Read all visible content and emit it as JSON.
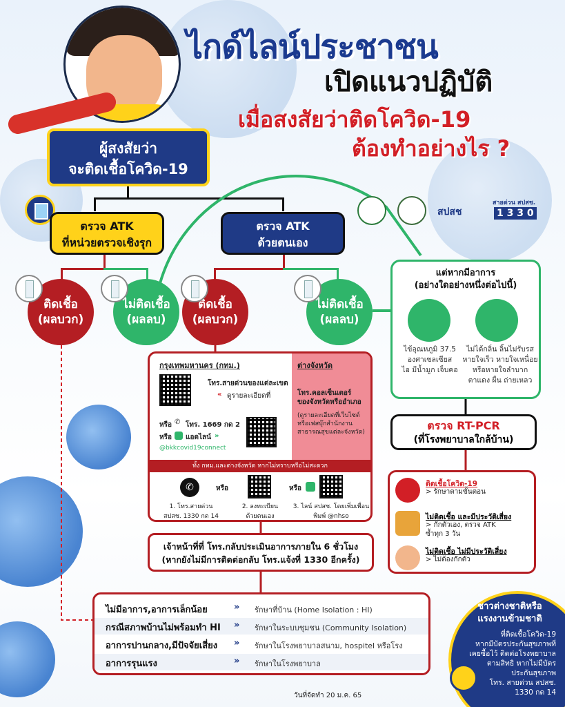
{
  "title": {
    "line1": "ไกด์ไลน์ประชาชน",
    "line2": "เปิดแนวปฏิบัติ",
    "line3": "เมื่อสงสัยว่าติดโควิด-19",
    "line4": "ต้องทำอย่างไร ?"
  },
  "suspect": {
    "line1": "ผู้สงสัยว่า",
    "line2": "จะติดเชื้อโควิด-19"
  },
  "atk_proactive": {
    "line1": "ตรวจ ATK",
    "line2": "ที่หน่วยตรวจเชิงรุก"
  },
  "atk_self": {
    "line1": "ตรวจ ATK",
    "line2": "ด้วยตนเอง"
  },
  "results": {
    "pos1": {
      "line1": "ติดเชื้อ",
      "line2": "(ผลบวก)"
    },
    "neg1": {
      "line1": "ไม่ติดเชื้อ",
      "line2": "(ผลลบ)"
    },
    "pos2": {
      "line1": "ติดเชื้อ",
      "line2": "(ผลบวก)"
    },
    "neg2": {
      "line1": "ไม่ติดเชื้อ",
      "line2": "(ผลลบ)"
    }
  },
  "logos": {
    "nhso": "สปสช",
    "hotline_label": "สายด่วน สปสช.",
    "hotline": "1 3 3 0"
  },
  "symptoms": {
    "heading1": "แต่หากมีอาการ",
    "heading2": "(อย่างใดอย่างหนึ่งต่อไปนี้)",
    "left": [
      "ไข้อุณหภูมิ 37.5",
      "องศาเซลเซียส",
      "ไอ มีน้ำมูก เจ็บคอ"
    ],
    "right": [
      "ไม่ได้กลิ่น ลิ้นไม่รับรส",
      "หายใจเร็ว หายใจเหนื่อย",
      "หรือหายใจลำบาก",
      "ตาแดง ผื่น ถ่ายเหลว"
    ]
  },
  "pcr": {
    "line1": "ตรวจ RT-PCR",
    "line2": "(ที่โรงพยาบาลใกล้บ้าน)"
  },
  "pcr_results": [
    {
      "head": "ติดเชื้อโควิด-19",
      "body": [
        "> รักษาตามขั้นตอน"
      ]
    },
    {
      "head": "ไม่ติดเชื้อ และมีประวัติเสี่ยง",
      "body": [
        "> กักตัวเอง, ตรวจ ATK",
        "ซ้ำทุก 3 วัน"
      ]
    },
    {
      "head": "ไม่ติดเชื้อ ไม่มีประวัติเสี่ยง",
      "body": [
        "> ไม่ต้องกักตัว"
      ]
    }
  ],
  "contact": {
    "bkk_title": "กรุงเทพมหานคร (กทม.)",
    "bkk_hotline": "โทร.สายด่วนของแต่ละเขต",
    "bkk_detail": "ดูรายละเอียดที่",
    "or": "หรือ",
    "phone": "โทร. 1669 กด 2",
    "line": "แอดไลน์",
    "line_id": "@bkkcovid19connect",
    "province_title": "ต่างจังหวัด",
    "province_line1": "โทร.คอลเซ็นเตอร์",
    "province_line2": "ของจังหวัดหรืออำเภอ",
    "province_note": [
      "(ดูรายละเอียดที่เว็บไซต์",
      "หรือเฟสบุ๊กสำนักงาน",
      "สาธารณสุขแต่ละจังหวัด)"
    ]
  },
  "both": {
    "bar": "ทั้ง กทม.และต่างจังหวัด หากไม่ทราบหรือไม่สะดวก",
    "opt1": [
      "1. โทร.สายด่วน",
      "สปสช. 1330 กด 14"
    ],
    "opt2": [
      "2. ลงทะเบียน",
      "ด้วยตนเอง"
    ],
    "opt3": [
      "3. ไลน์ สปสช. โดยเพิ่มเพื่อน",
      "พิมพ์ @nhso"
    ],
    "or": "หรือ"
  },
  "officer": {
    "line1": "เจ้าหน้าที่ที่ โทร.กลับประเมินอาการภายใน 6 ชั่วโมง",
    "line2": "(หากยังไม่มีการติดต่อกลับ โทร.แจ้งที่ 1330 อีกครั้ง)"
  },
  "care": [
    {
      "k": "ไม่มีอาการ,อาการเล็กน้อย",
      "v": "รักษาที่บ้าน (Home Isolation : HI)"
    },
    {
      "k": "กรณีสภาพบ้านไม่พร้อมทำ HI",
      "v": "รักษาในระบบชุมชน (Community Isolation)"
    },
    {
      "k": "อาการปานกลาง,มีปัจจัยเสี่ยง",
      "v": "รักษาในโรงพยาบาลสนาม, hospitel หรือโรงพยาบาล"
    },
    {
      "k": "อาการรุนแรง",
      "v": "รักษาในโรงพยาบาล"
    }
  ],
  "care_arrow": "»",
  "foreign": {
    "h1": "ชาวต่างชาติหรือ",
    "h2": "แรงงานข้ามชาติ",
    "body": [
      "ที่ติดเชื้อโควิด-19",
      "หากมีบัตรประกันสุขภาพที่",
      "เคยซื้อไว้ ติดต่อโรงพยาบาล",
      "ตามสิทธิ หากไม่มีบัตร",
      "ประกันสุขภาพ",
      "โทร. สายด่วน สปสช.",
      "1330 กด 14"
    ]
  },
  "date": "วันที่จัดทำ 20 ม.ค. 65",
  "colors": {
    "navy": "#1f3a86",
    "yellow": "#ffd21a",
    "red": "#b41e23",
    "green": "#2fb56a"
  }
}
